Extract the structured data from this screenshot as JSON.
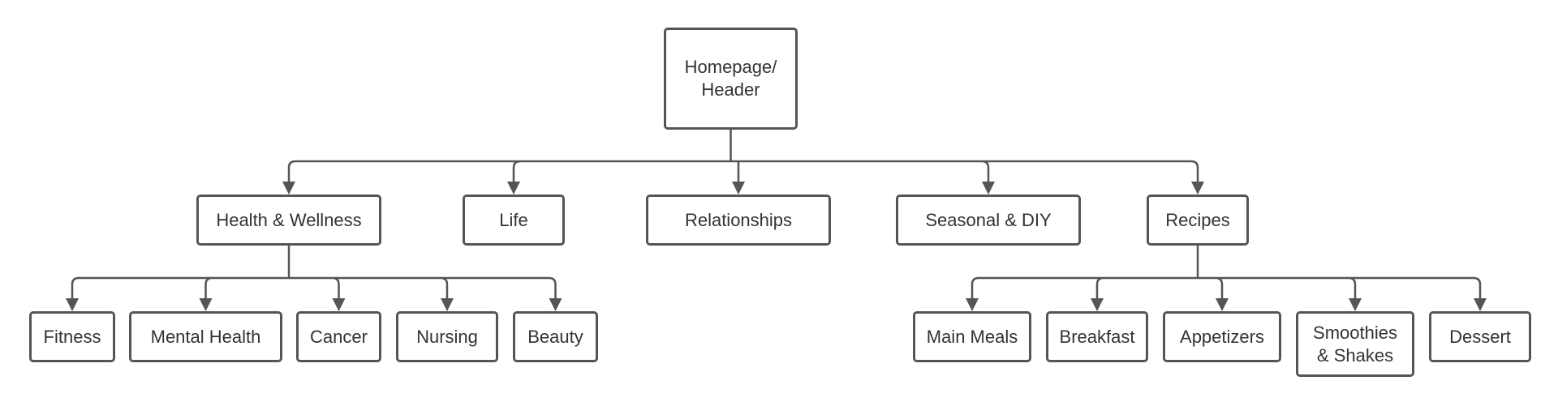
{
  "diagram": {
    "line_color": "#555555",
    "root": {
      "id": "homepage",
      "label": "Homepage/\nHeader"
    },
    "sections": [
      {
        "id": "health",
        "label": "Health & Wellness",
        "children": [
          {
            "id": "fitness",
            "label": "Fitness"
          },
          {
            "id": "mental-health",
            "label": "Mental Health"
          },
          {
            "id": "cancer",
            "label": "Cancer"
          },
          {
            "id": "nursing",
            "label": "Nursing"
          },
          {
            "id": "beauty",
            "label": "Beauty"
          }
        ]
      },
      {
        "id": "life",
        "label": "Life",
        "children": []
      },
      {
        "id": "relationships",
        "label": "Relationships",
        "children": []
      },
      {
        "id": "seasonal-diy",
        "label": "Seasonal & DIY",
        "children": []
      },
      {
        "id": "recipes",
        "label": "Recipes",
        "children": [
          {
            "id": "main-meals",
            "label": "Main Meals"
          },
          {
            "id": "breakfast",
            "label": "Breakfast"
          },
          {
            "id": "appetizers",
            "label": "Appetizers"
          },
          {
            "id": "smoothies",
            "label": "Smoothies\n& Shakes"
          },
          {
            "id": "dessert",
            "label": "Dessert"
          }
        ]
      }
    ]
  }
}
